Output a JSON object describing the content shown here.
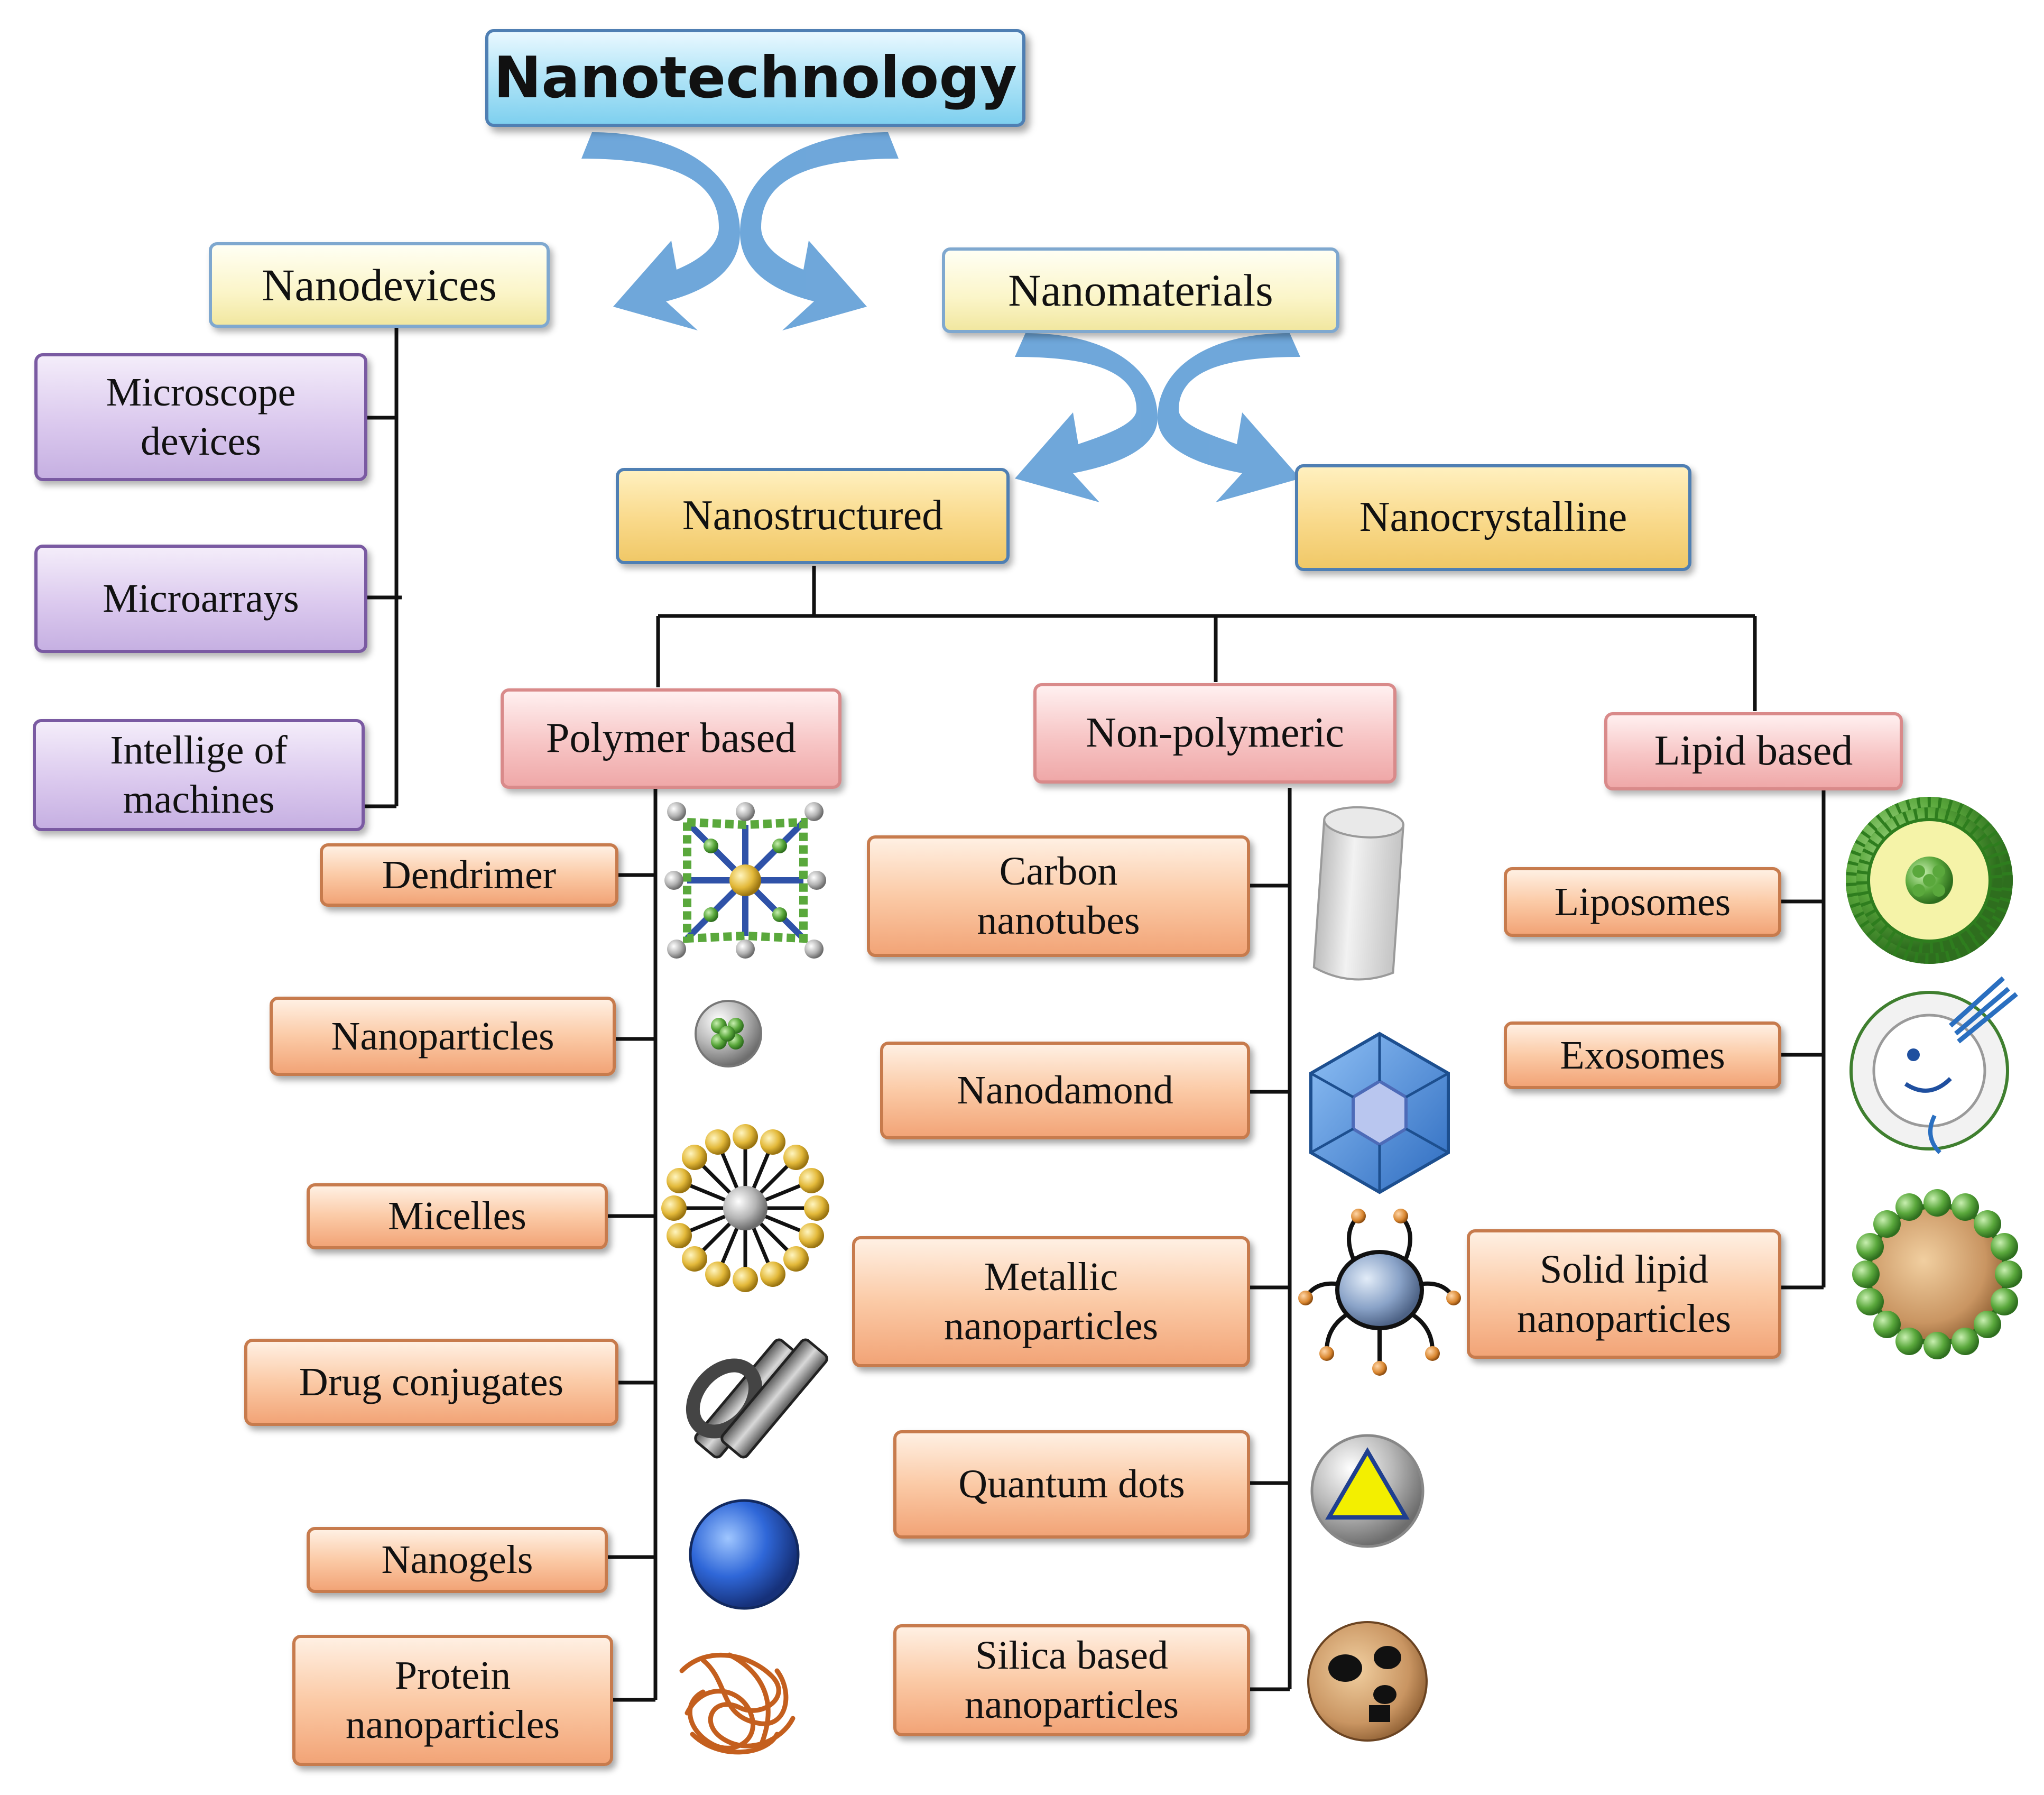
{
  "root": "Nanotechnology",
  "branches": {
    "nanodevices": {
      "label": "Nanodevices",
      "items": [
        "Microscope\ndevices",
        "Microarrays",
        "Intellige of\nmachines"
      ]
    },
    "nanomaterials": {
      "label": "Nanomaterials",
      "nanostructured": "Nanostructured",
      "nanocrystalline": "Nanocrystalline"
    }
  },
  "categories": {
    "polymer": {
      "label": "Polymer based",
      "items": [
        "Dendrimer",
        "Nanoparticles",
        "Micelles",
        "Drug conjugates",
        "Nanogels",
        "Protein\nnanoparticles"
      ],
      "icons": [
        "dendrimer-icon",
        "nanoparticle-icon",
        "micelle-icon",
        "drug-conjugate-icon",
        "nanogel-icon",
        "protein-nanoparticle-icon"
      ]
    },
    "non_polymeric": {
      "label": "Non-polymeric",
      "items": [
        "Carbon\nnanotubes",
        "Nanodamond",
        "Metallic\nnanoparticles",
        "Quantum dots",
        "Silica based\nnanoparticles"
      ],
      "icons": [
        "carbon-nanotube-icon",
        "nanodiamond-icon",
        "metallic-nanoparticle-icon",
        "quantum-dot-icon",
        "silica-nanoparticle-icon"
      ]
    },
    "lipid": {
      "label": "Lipid based",
      "items": [
        "Liposomes",
        "Exosomes",
        "Solid lipid\nnanoparticles"
      ],
      "icons": [
        "liposome-icon",
        "exosome-icon",
        "solid-lipid-nanoparticle-icon"
      ]
    }
  },
  "colors": {
    "title": "#7fd0ef",
    "branch": "#fbf5c8",
    "subbranch": "#f9d98a",
    "device": "#dbc9ee",
    "category": "#f7c5c5",
    "item": "#fbcaa6",
    "arrow": "#5b9bd5",
    "connector": "#111111"
  }
}
